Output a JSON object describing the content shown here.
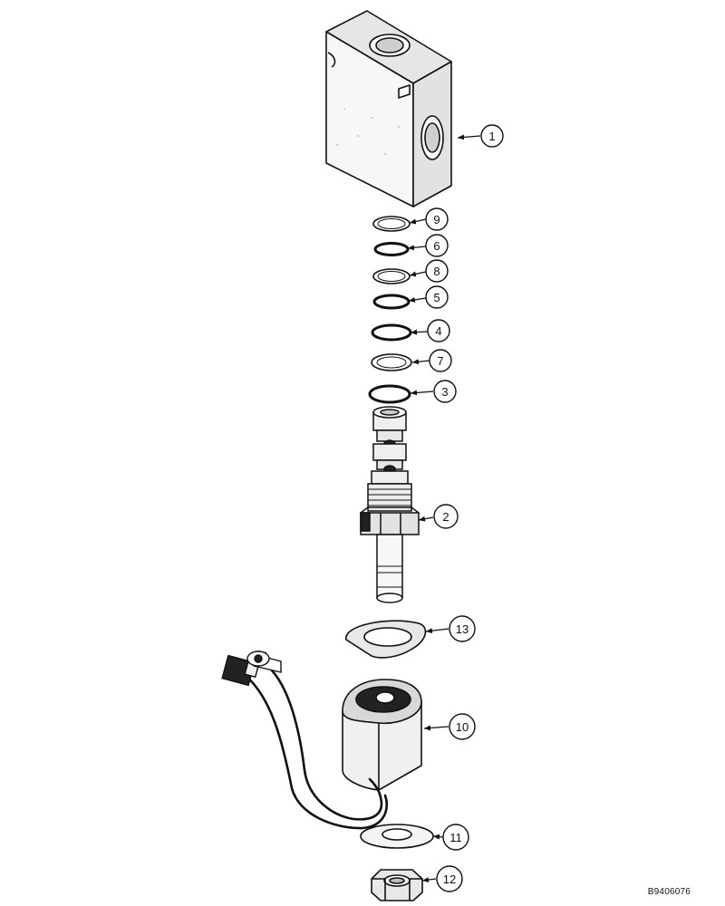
{
  "figure_id": "B9406076",
  "callouts": [
    {
      "id": "c1",
      "label": "1"
    },
    {
      "id": "c9",
      "label": "9"
    },
    {
      "id": "c6",
      "label": "6"
    },
    {
      "id": "c8",
      "label": "8"
    },
    {
      "id": "c5",
      "label": "5"
    },
    {
      "id": "c4",
      "label": "4"
    },
    {
      "id": "c7",
      "label": "7"
    },
    {
      "id": "c3",
      "label": "3"
    },
    {
      "id": "c2",
      "label": "2"
    },
    {
      "id": "c13",
      "label": "13"
    },
    {
      "id": "c10",
      "label": "10"
    },
    {
      "id": "c11",
      "label": "11"
    },
    {
      "id": "c12",
      "label": "12"
    }
  ]
}
